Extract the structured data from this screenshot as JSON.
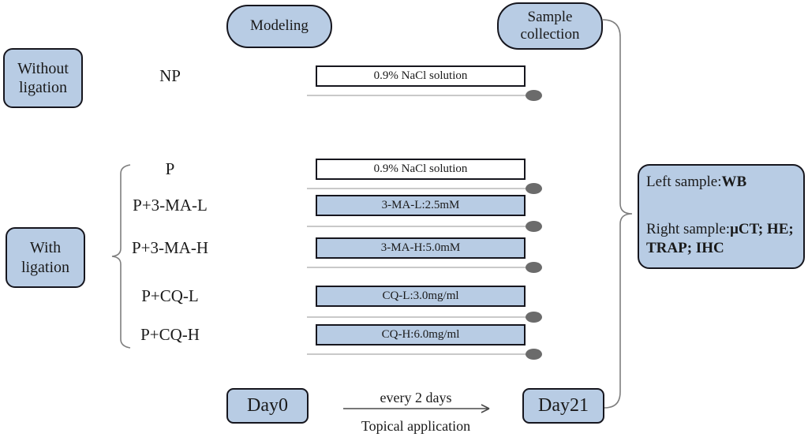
{
  "header": {
    "modeling_label": "Modeling",
    "sample_collection_label": "Sample collection"
  },
  "section_boxes": {
    "without_ligation": "Without ligation",
    "with_ligation": "With ligation"
  },
  "groups": [
    {
      "label": "NP",
      "treatment": "0.9% NaCl solution",
      "bar_style": "white",
      "section": "without_ligation"
    },
    {
      "label": "P",
      "treatment": "0.9% NaCl solution",
      "bar_style": "white",
      "section": "with_ligation"
    },
    {
      "label": "P+3-MA-L",
      "treatment": "3-MA-L:2.5mM",
      "bar_style": "blue",
      "section": "with_ligation"
    },
    {
      "label": "P+3-MA-H",
      "treatment": "3-MA-H:5.0mM",
      "bar_style": "blue",
      "section": "with_ligation"
    },
    {
      "label": "P+CQ-L",
      "treatment": "CQ-L:3.0mg/ml",
      "bar_style": "blue",
      "section": "with_ligation"
    },
    {
      "label": "P+CQ-H",
      "treatment": "CQ-H:6.0mg/ml",
      "bar_style": "blue",
      "section": "with_ligation"
    }
  ],
  "results_box": {
    "left_label": "Left sample:",
    "left_value": "WB",
    "right_label": "Right sample:",
    "right_value": "μCT; HE; TRAP; IHC"
  },
  "timeline": {
    "start_label": "Day0",
    "end_label": "Day21",
    "arrow_text_top": "every 2 days",
    "arrow_text_bottom": "Topical application"
  },
  "colors": {
    "page_bg": "#ffffff",
    "box_fill": "#b8cce4",
    "box_border": "#16161e",
    "bar_white": "#ffffff",
    "line_gray": "#c9c9c9",
    "dot_gray": "#6b6b6b",
    "brace_gray": "#7e7e7e"
  }
}
